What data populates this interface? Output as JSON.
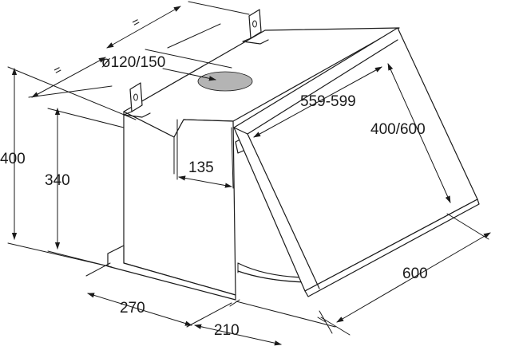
{
  "labels": {
    "diameter": "ø120/150",
    "depth_range": "559-599",
    "panel_height": "400/600",
    "height_total": "400",
    "height_inner": "340",
    "offset": "135",
    "width_front": "270",
    "width_side": "210",
    "width_panel": "600",
    "equal_mark": "="
  },
  "colors": {
    "line": "#1a1a1a",
    "duct": "#b4b4b4",
    "background": "#ffffff"
  }
}
